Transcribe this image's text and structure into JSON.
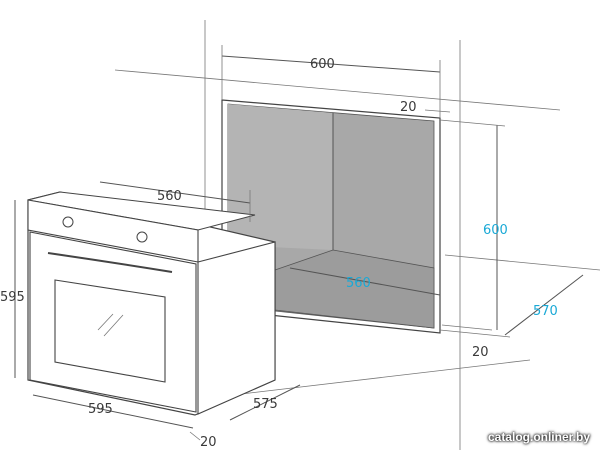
{
  "dimensions": {
    "niche_width": "600",
    "niche_gap_top": "20",
    "niche_height": "600",
    "niche_inner_width": "560",
    "niche_depth": "570",
    "niche_gap_bottom": "20",
    "oven_top_width": "560",
    "oven_height": "595",
    "oven_width": "595",
    "oven_depth": "575",
    "oven_front_thickness": "20"
  },
  "colors": {
    "gray_label": "#3a3a3a",
    "cyan_label": "#1aa9d6",
    "niche_fill": "#a8a8a8"
  },
  "watermark": "catalog.onliner.by"
}
